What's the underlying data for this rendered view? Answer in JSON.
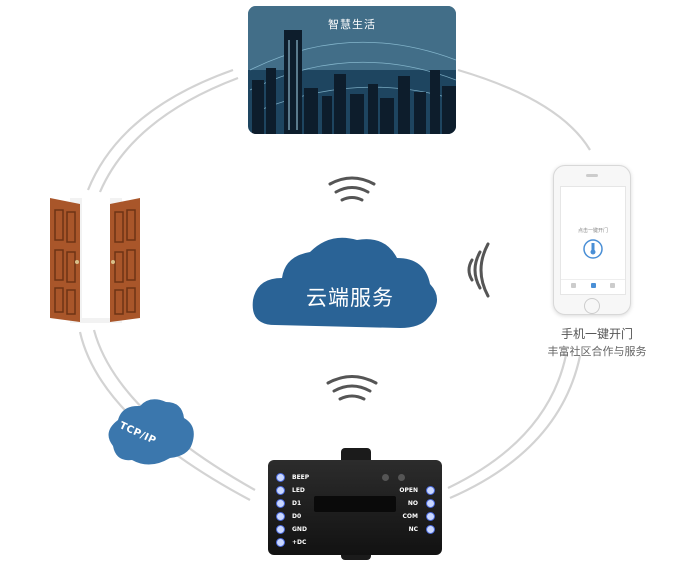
{
  "card": {
    "title": "智慧生活"
  },
  "cloud": {
    "label": "云端服务"
  },
  "phone": {
    "caption": "手机一键开门",
    "subcaption": "丰富社区合作与服务",
    "screen_text": "点击一键开门"
  },
  "tcp": {
    "label": "TCP/IP"
  },
  "controller": {
    "pins_left": [
      "BEEP",
      "LED",
      "D1",
      "D0",
      "GND",
      "+DC"
    ],
    "pins_right": [
      "OPEN",
      "NO",
      "COM",
      "NC"
    ]
  },
  "colors": {
    "cloud": "#2a6396",
    "tcp_cloud": "#3b77ad",
    "ring": "#d5d5d5"
  }
}
